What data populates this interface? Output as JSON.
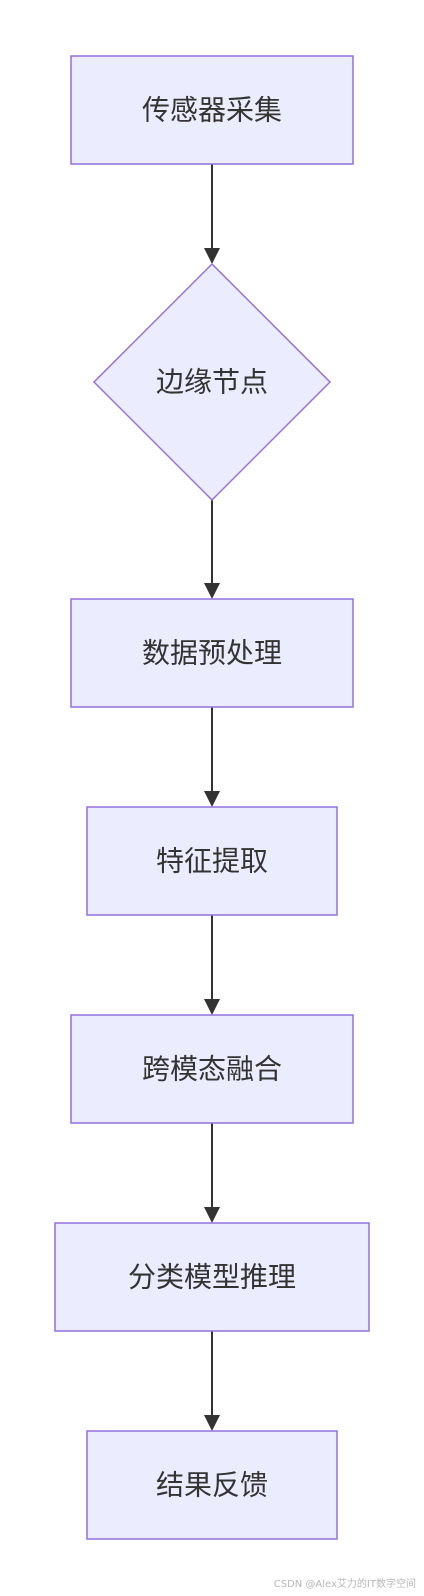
{
  "diagram": {
    "nodes": [
      {
        "id": "n1",
        "label": "传感器采集",
        "shape": "rect"
      },
      {
        "id": "n2",
        "label": "边缘节点",
        "shape": "diamond"
      },
      {
        "id": "n3",
        "label": "数据预处理",
        "shape": "rect"
      },
      {
        "id": "n4",
        "label": "特征提取",
        "shape": "rect"
      },
      {
        "id": "n5",
        "label": "跨模态融合",
        "shape": "rect"
      },
      {
        "id": "n6",
        "label": "分类模型推理",
        "shape": "rect"
      },
      {
        "id": "n7",
        "label": "结果反馈",
        "shape": "rect"
      }
    ],
    "edges": [
      {
        "from": "n1",
        "to": "n2"
      },
      {
        "from": "n2",
        "to": "n3"
      },
      {
        "from": "n3",
        "to": "n4"
      },
      {
        "from": "n4",
        "to": "n5"
      },
      {
        "from": "n5",
        "to": "n6"
      },
      {
        "from": "n6",
        "to": "n7"
      }
    ],
    "colors": {
      "node_fill": "#ececff",
      "node_stroke": "#9370db",
      "edge": "#333333",
      "text": "#333333"
    }
  },
  "watermark": "CSDN @Alex艾力的IT数字空间"
}
